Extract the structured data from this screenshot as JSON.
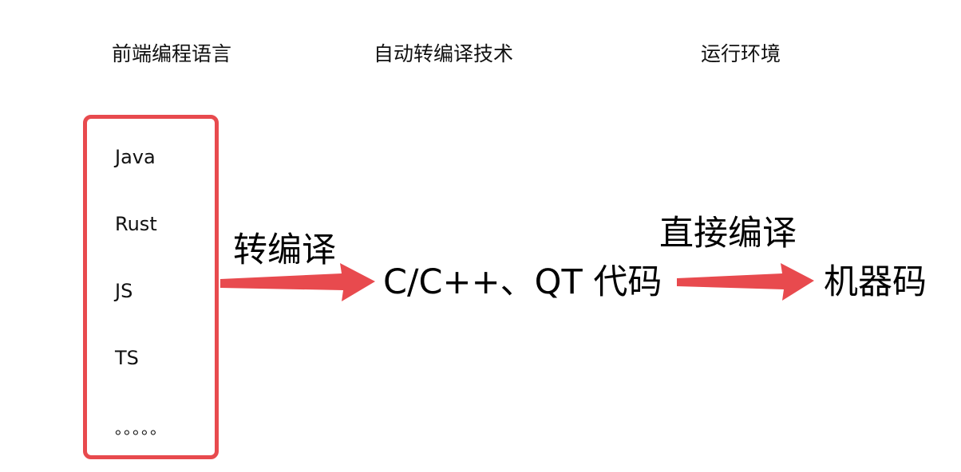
{
  "headers": {
    "frontend": "前端编程语言",
    "transpile": "自动转编译技术",
    "runtime": "运行环境"
  },
  "languages": [
    "Java",
    "Rust",
    "JS",
    "TS",
    "。。。。。"
  ],
  "steps": {
    "transpile": "转编译",
    "compile": "直接编译"
  },
  "nodes": {
    "intermediate": "C/C++、QT 代码",
    "target": "机器码"
  },
  "colors": {
    "accent": "#e84a4e"
  }
}
